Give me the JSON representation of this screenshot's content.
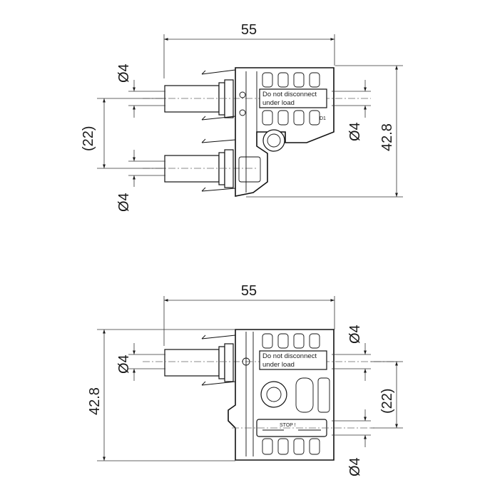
{
  "top_view": {
    "width_dim": "55",
    "height_dim": "42.8",
    "spacing_dim": "(22)",
    "dia_upper": "Ø4",
    "dia_lower": "Ø4",
    "dia_right": "Ø4",
    "warning_line1": "Do not disconnect",
    "warning_line2": "under load"
  },
  "bottom_view": {
    "width_dim": "55",
    "height_dim": "42.8",
    "spacing_dim": "(22)",
    "dia_left": "Ø4",
    "dia_right_top": "Ø4",
    "dia_right_bottom": "Ø4",
    "warning_line1": "Do not disconnect",
    "warning_line2": "under load",
    "stop_label": "STOP !"
  },
  "arrow_color": "#1a1a1a"
}
